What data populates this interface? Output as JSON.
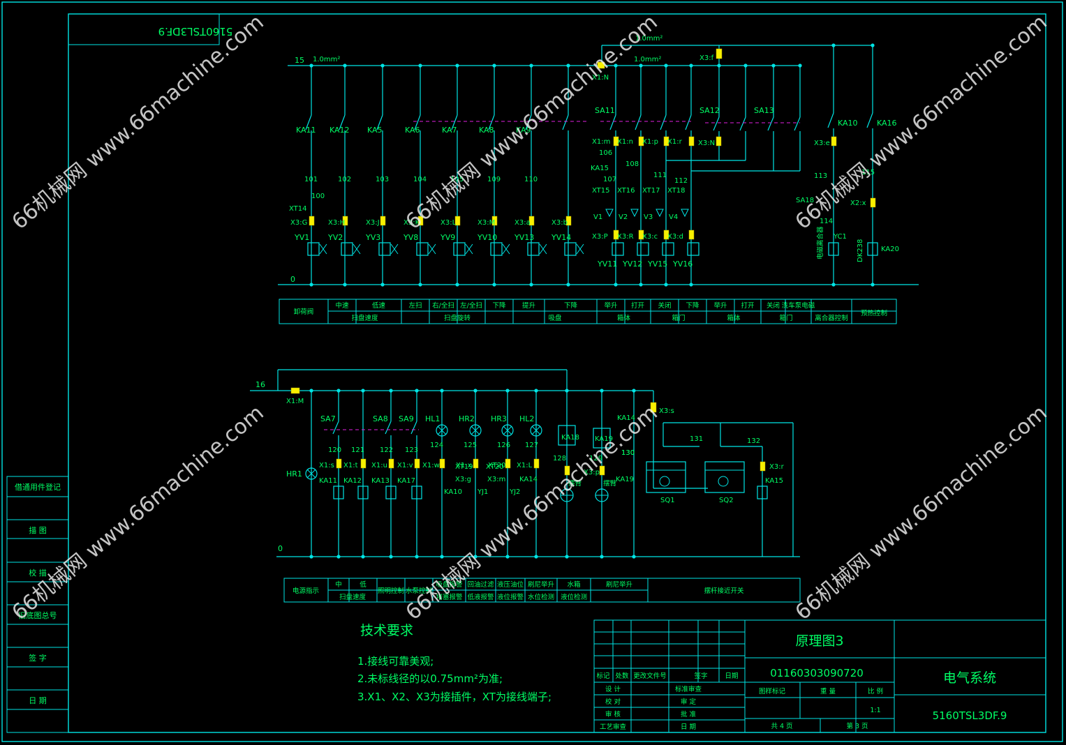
{
  "drawing_number_mirrored": "5160TSL3DF.9",
  "watermark": {
    "text": "66机械网 www.66machine.com"
  },
  "left_side_table": [
    "借通用件登记",
    "描 图",
    "校 描",
    "旧底图总号",
    "签 字",
    "日 期"
  ],
  "circuit1": {
    "supply_label": "15",
    "ground_label": "0",
    "wire_sizes": [
      "1.0mm²",
      "1.0mm²",
      "1.0mm²"
    ],
    "connector_labels": [
      "X1:N",
      "X3:f",
      "X3:e",
      "X2:x",
      "XT14",
      "X3:G"
    ],
    "contacts_top": [
      "KA11",
      "KA12",
      "KA5",
      "KA6",
      "KA7",
      "KA8",
      "KA9",
      "SA11",
      "SA12",
      "SA13",
      "KA10",
      "KA16"
    ],
    "wire_numbers": [
      "101",
      "102",
      "103",
      "104",
      "105",
      "109",
      "110",
      "100",
      "106",
      "107",
      "108",
      "111",
      "112",
      "113",
      "115",
      "114"
    ],
    "terminals_row": [
      "X3:H",
      "X3:J",
      "X3:K",
      "X3:L",
      "X3:M",
      "X3:a",
      "X3:b",
      "X1:m",
      "X1:n",
      "X1:p",
      "X1:r",
      "X3:N"
    ],
    "junctions": [
      "KA15",
      "XT15",
      "XT16",
      "XT17",
      "XT18",
      "SA18"
    ],
    "diodes": [
      "V1",
      "V2",
      "V3",
      "V4"
    ],
    "coil_terminals": [
      "X3:P",
      "X3:R",
      "X3:c",
      "X3:d"
    ],
    "valves_top": [
      "YV1",
      "YV2",
      "YV3",
      "YV8",
      "YV9",
      "YV10",
      "YV13",
      "YV14"
    ],
    "valves_bottom": [
      "YV11",
      "YV12",
      "YV15",
      "YV16"
    ],
    "loads_right": [
      "YC1",
      "KA20"
    ],
    "side_labels": [
      "电磁离合器",
      "DK238"
    ],
    "func_table_top": [
      "卸荷阀",
      "中速",
      "低速",
      "左扫",
      "右/全扫",
      "左/全扫",
      "下降",
      "提升",
      "下降",
      "举升",
      "打开",
      "关闭",
      "下降",
      "举升",
      "打开",
      "关闭",
      "洗车泵电磁",
      "预热控制"
    ],
    "func_table_bottom": [
      "扫盘速度",
      "扫盘旋转",
      "吸盘",
      "箱体",
      "箱门",
      "箱体",
      "箱门",
      "离合器控制"
    ]
  },
  "circuit2": {
    "supply_label": "16",
    "ground_label": "0",
    "connector": "X1:M",
    "switches": [
      "SA7",
      "SA8",
      "SA9"
    ],
    "lamps": [
      "HL1",
      "HR2",
      "HR3",
      "HL2",
      "HR1"
    ],
    "wire_numbers": [
      "120",
      "121",
      "122",
      "123",
      "124",
      "125",
      "126",
      "127",
      "128",
      "129",
      "130",
      "131",
      "132"
    ],
    "terminals": [
      "X1:s",
      "X1:t",
      "X1:u",
      "X1:v",
      "X1:w",
      "X1:x",
      "XT19",
      "XT20",
      "X1:L",
      "X3:n",
      "X3:p",
      "X3:s",
      "X3:r",
      "X3:g",
      "X3:m"
    ],
    "coils": [
      "KA11",
      "KA12",
      "KA13",
      "KA17",
      "KA10",
      "YJ1",
      "YJ2",
      "KA14",
      "KA18",
      "KA19",
      "KA14",
      "KA19",
      "KA15"
    ],
    "sensors": [
      "SQ1",
      "SQ2"
    ],
    "motor_labels": [
      "摆臂",
      "摆臂"
    ],
    "func_table_top": [
      "电源指示",
      "中",
      "低",
      "照明控制",
      "水泵控制",
      "吸盘报警",
      "回油过滤",
      "液压油位",
      "刷尼举升",
      "水箱",
      "刷尼举升"
    ],
    "func_table_bottom": [
      "扫盘速度",
      "堵塞报警",
      "低液报警",
      "液位报警",
      "水位检测",
      "液位检测",
      "摆杆接近开关"
    ]
  },
  "tech_requirements": {
    "title": "技术要求",
    "items": [
      "1.接线可靠美观;",
      "2.未标线径的以0.75mm²为准;",
      "3.X1、X2、X3为接插件，XT为接线端子;"
    ]
  },
  "title_block": {
    "drawing_title": "原理图3",
    "part_code": "01160303090720",
    "system_name": "电气系统",
    "drawing_number": "5160TSL3DF.9",
    "revision_headers": [
      "标记",
      "处数",
      "更改文件号",
      "签字",
      "日期"
    ],
    "roles_left": [
      "设 计",
      "校 对",
      "审 核",
      "工艺审查"
    ],
    "roles_right": [
      "标准审查",
      "审 定",
      "批 准",
      "日 期"
    ],
    "stage_headers": [
      "图样标记",
      "重 量",
      "比 例"
    ],
    "scale": "1:1",
    "sheet_total": "共 4 页",
    "sheet_current": "第 3 页"
  }
}
